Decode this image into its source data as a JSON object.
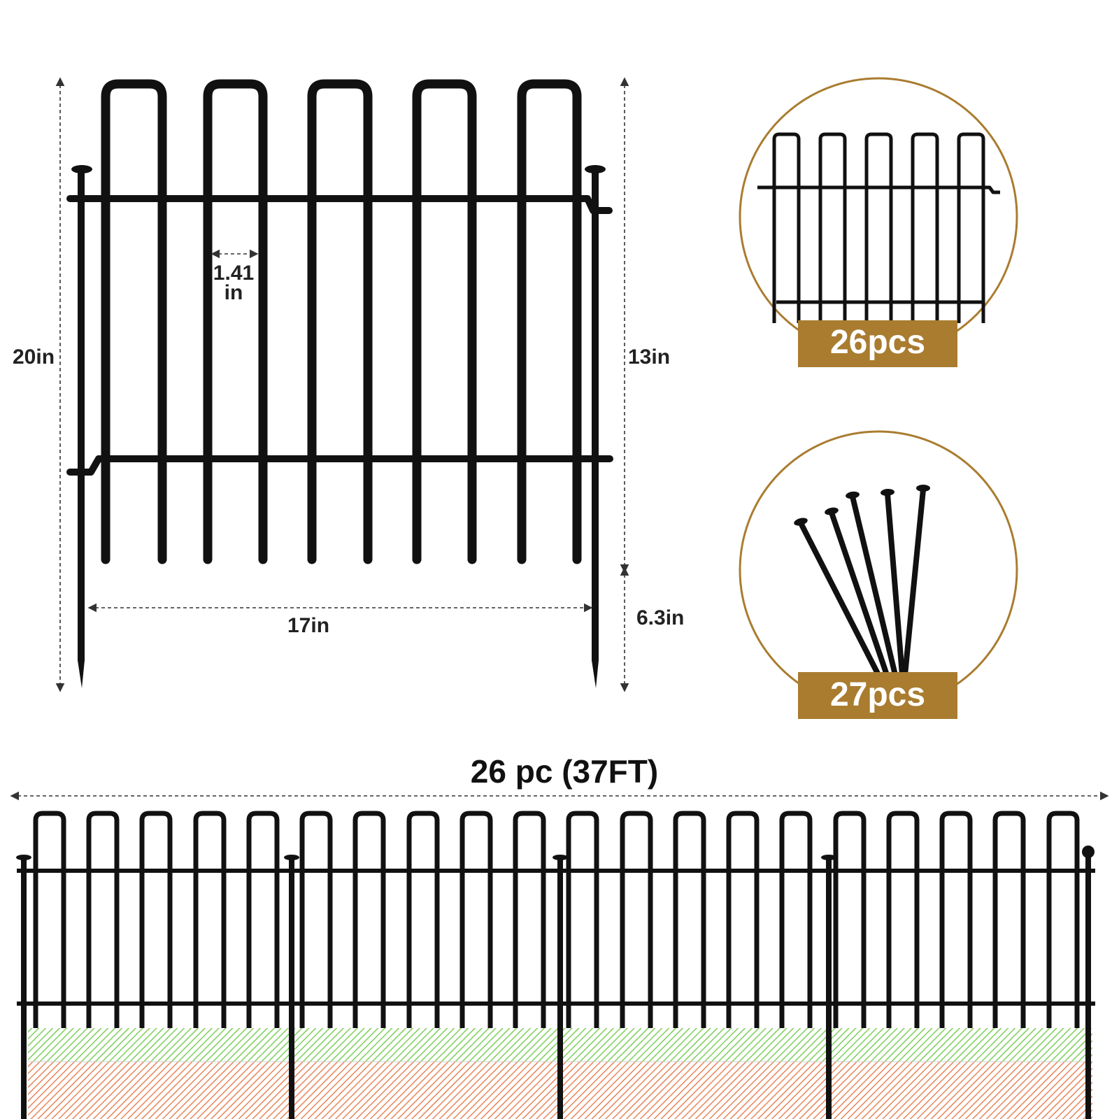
{
  "panel_dimensions": {
    "total_height": "20in",
    "above_ground_height": "13in",
    "stake_depth": "6.3in",
    "width": "17in",
    "picket_gap_value": "1.41",
    "picket_gap_unit": "in"
  },
  "panels_callout": {
    "count_label": "26pcs"
  },
  "stakes_callout": {
    "count_label": "27pcs"
  },
  "assembled_fence": {
    "total_label": "26 pc (37FT)"
  },
  "colors": {
    "metal": "#111111",
    "accent_gold": "#a97c2f",
    "grass_hatch": "#7ccf5a",
    "soil_hatch": "#e8855a",
    "dimension_line": "#333333"
  }
}
